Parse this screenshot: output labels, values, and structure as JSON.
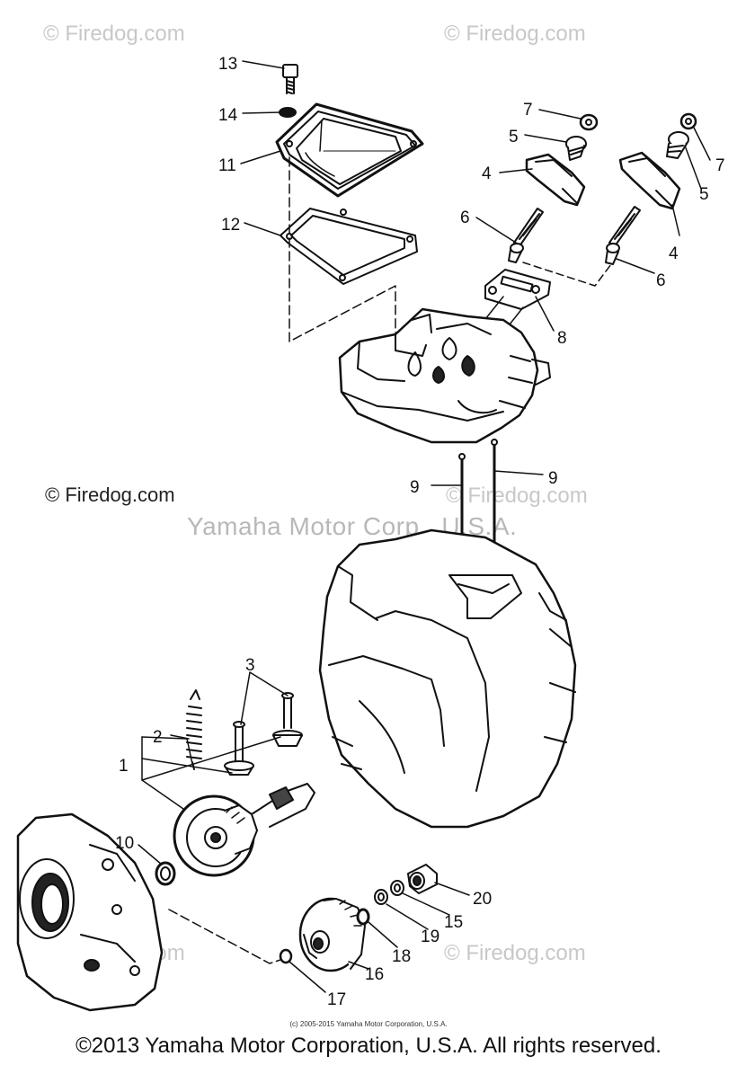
{
  "watermarks": {
    "top_left": "© Firedog.com",
    "top_right": "© Firedog.com",
    "mid_left": "© Firedog.com",
    "mid_right": "© Firedog.com",
    "bottom_left": "© Firedog.com",
    "bottom_right": "© Firedog.com",
    "center": "Yamaha Motor Corp., U.S.A."
  },
  "credit_small": "(c) 2005-2015 Yamaha Motor Corporation, U.S.A.",
  "copyright": "©2013 Yamaha Motor Corporation, U.S.A. All rights reserved.",
  "callouts": {
    "c13": "13",
    "c14": "14",
    "c11": "11",
    "c12": "12",
    "c7a": "7",
    "c5a": "5",
    "c4a": "4",
    "c6a": "6",
    "c7b": "7",
    "c5b": "5",
    "c4b": "4",
    "c6b": "6",
    "c8": "8",
    "c9a": "9",
    "c9b": "9",
    "c3": "3",
    "c2": "2",
    "c1": "1",
    "c10": "10",
    "c20": "20",
    "c15": "15",
    "c19": "19",
    "c18": "18",
    "c16": "16",
    "c17": "17"
  }
}
